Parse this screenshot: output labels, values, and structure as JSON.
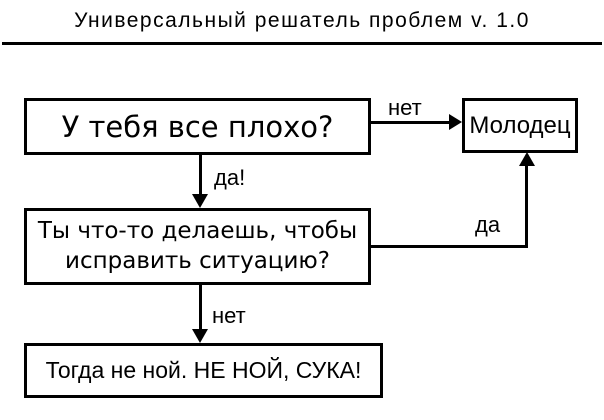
{
  "title": "Универсальный решатель проблем v. 1.0",
  "flowchart": {
    "nodes": {
      "bad": {
        "label": "У тебя все плохо?"
      },
      "welldone": {
        "label": "Молодец"
      },
      "doing": {
        "label": "Ты что-то делаешь, чтобы исправить ситуацию?"
      },
      "dont_whine": {
        "label": "Тогда не ной. НЕ НОЙ, СУКА!"
      }
    },
    "edges": {
      "bad_no": {
        "label": "нет",
        "from": "bad",
        "to": "welldone"
      },
      "bad_yes": {
        "label": "да!",
        "from": "bad",
        "to": "doing"
      },
      "doing_yes": {
        "label": "да",
        "from": "doing",
        "to": "welldone"
      },
      "doing_no": {
        "label": "нет",
        "from": "doing",
        "to": "dont_whine"
      }
    }
  },
  "colors": {
    "ink": "#000000",
    "background": "#ffffff"
  }
}
